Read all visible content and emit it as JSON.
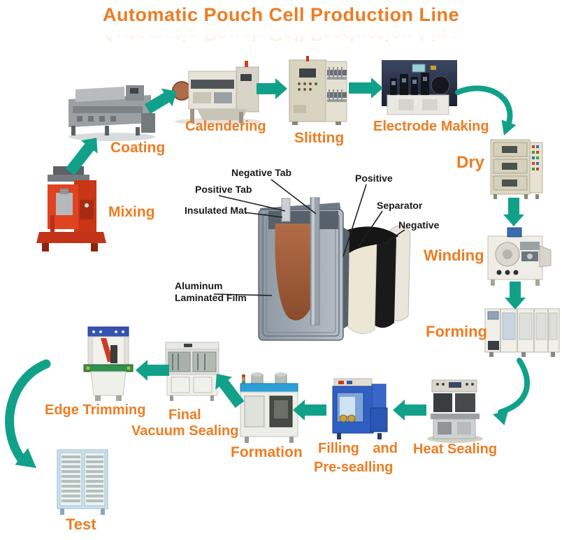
{
  "title": "Automatic Pouch Cell Production Line",
  "colors": {
    "title_orange": "#EE7C22",
    "arrow_teal": "#11A189",
    "diagram_label_black": "#1A1A1A",
    "pouch_copper": "#A3603C",
    "mixer_red": "#DD3E1D"
  },
  "stages": [
    {
      "id": "mixing",
      "label": "Mixing"
    },
    {
      "id": "coating",
      "label": "Coating"
    },
    {
      "id": "calendering",
      "label": "Calendering"
    },
    {
      "id": "slitting",
      "label": "Slitting"
    },
    {
      "id": "electrode_making",
      "label": "Electrode Making"
    },
    {
      "id": "dry",
      "label": "Dry"
    },
    {
      "id": "winding",
      "label": "Winding"
    },
    {
      "id": "forming",
      "label": "Forming"
    },
    {
      "id": "heat_sealing",
      "label": "Heat Sealing"
    },
    {
      "id": "filling_presealing",
      "label": "Filling and",
      "label_line2": "Pre-sealling"
    },
    {
      "id": "formation",
      "label": "Formation"
    },
    {
      "id": "final_vacuum_sealing",
      "label": "Final",
      "label_line2": "Vacuum Sealing"
    },
    {
      "id": "edge_trimming",
      "label": "Edge Trimming"
    },
    {
      "id": "test",
      "label": "Test"
    }
  ],
  "cell_diagram": {
    "labels": {
      "negative_tab": "Negative Tab",
      "positive_tab": "Positive Tab",
      "insulated_mat": "Insulated Mat",
      "positive": "Positive",
      "separator": "Separator",
      "negative": "Negative",
      "aluminum_film_line1": "Aluminum",
      "aluminum_film_line2": "Laminated Film"
    }
  }
}
